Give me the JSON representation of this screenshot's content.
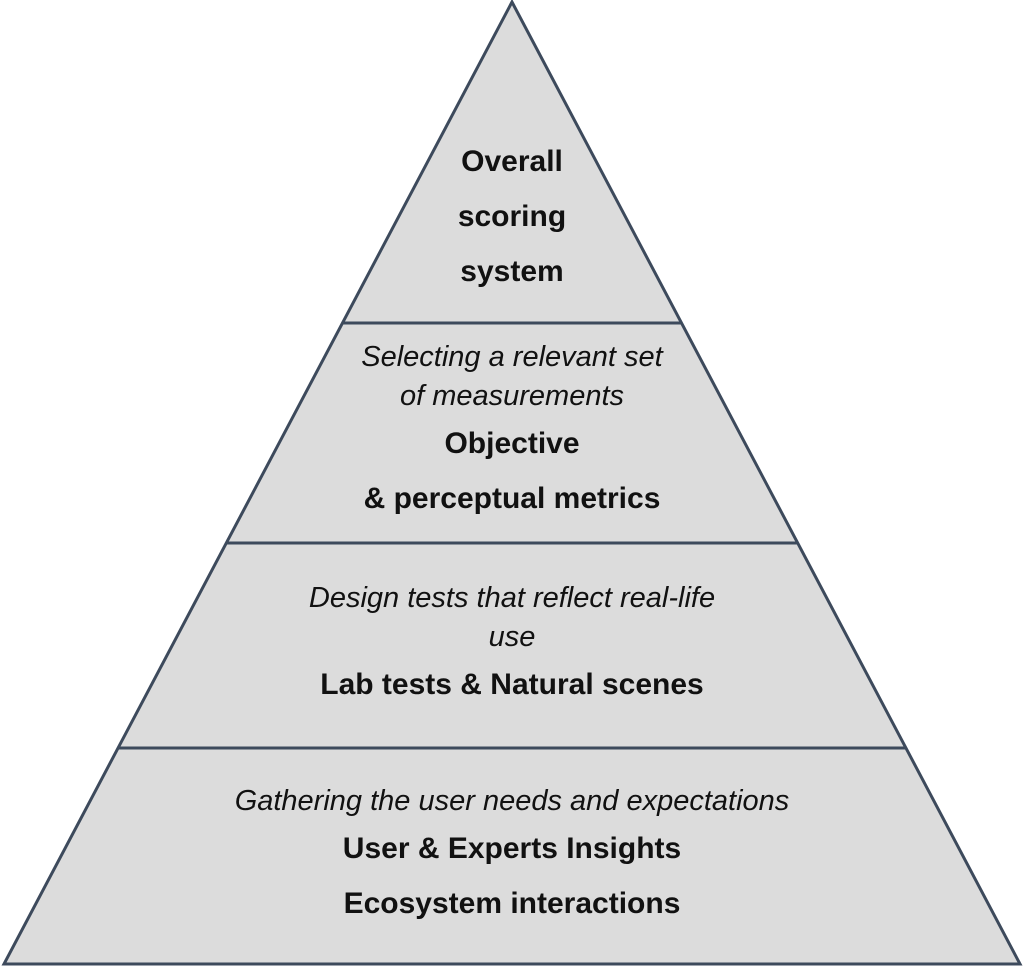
{
  "colors": {
    "fill": "#dcdcdc",
    "stroke": "#3d4a5c",
    "text": "#111111"
  },
  "pyramid": {
    "tier1": {
      "bold_lines": [
        "Overall",
        "scoring",
        "system"
      ]
    },
    "tier2": {
      "italic_lines": [
        "Selecting a relevant set",
        "of measurements"
      ],
      "bold_lines": [
        "Objective",
        "& perceptual metrics"
      ]
    },
    "tier3": {
      "italic_lines": [
        "Design tests that reflect real-life",
        "use"
      ],
      "bold_lines": [
        "Lab tests & Natural scenes"
      ]
    },
    "tier4": {
      "italic_lines": [
        "Gathering the user needs and expectations"
      ],
      "bold_lines": [
        "User & Experts Insights",
        "Ecosystem interactions"
      ]
    }
  }
}
